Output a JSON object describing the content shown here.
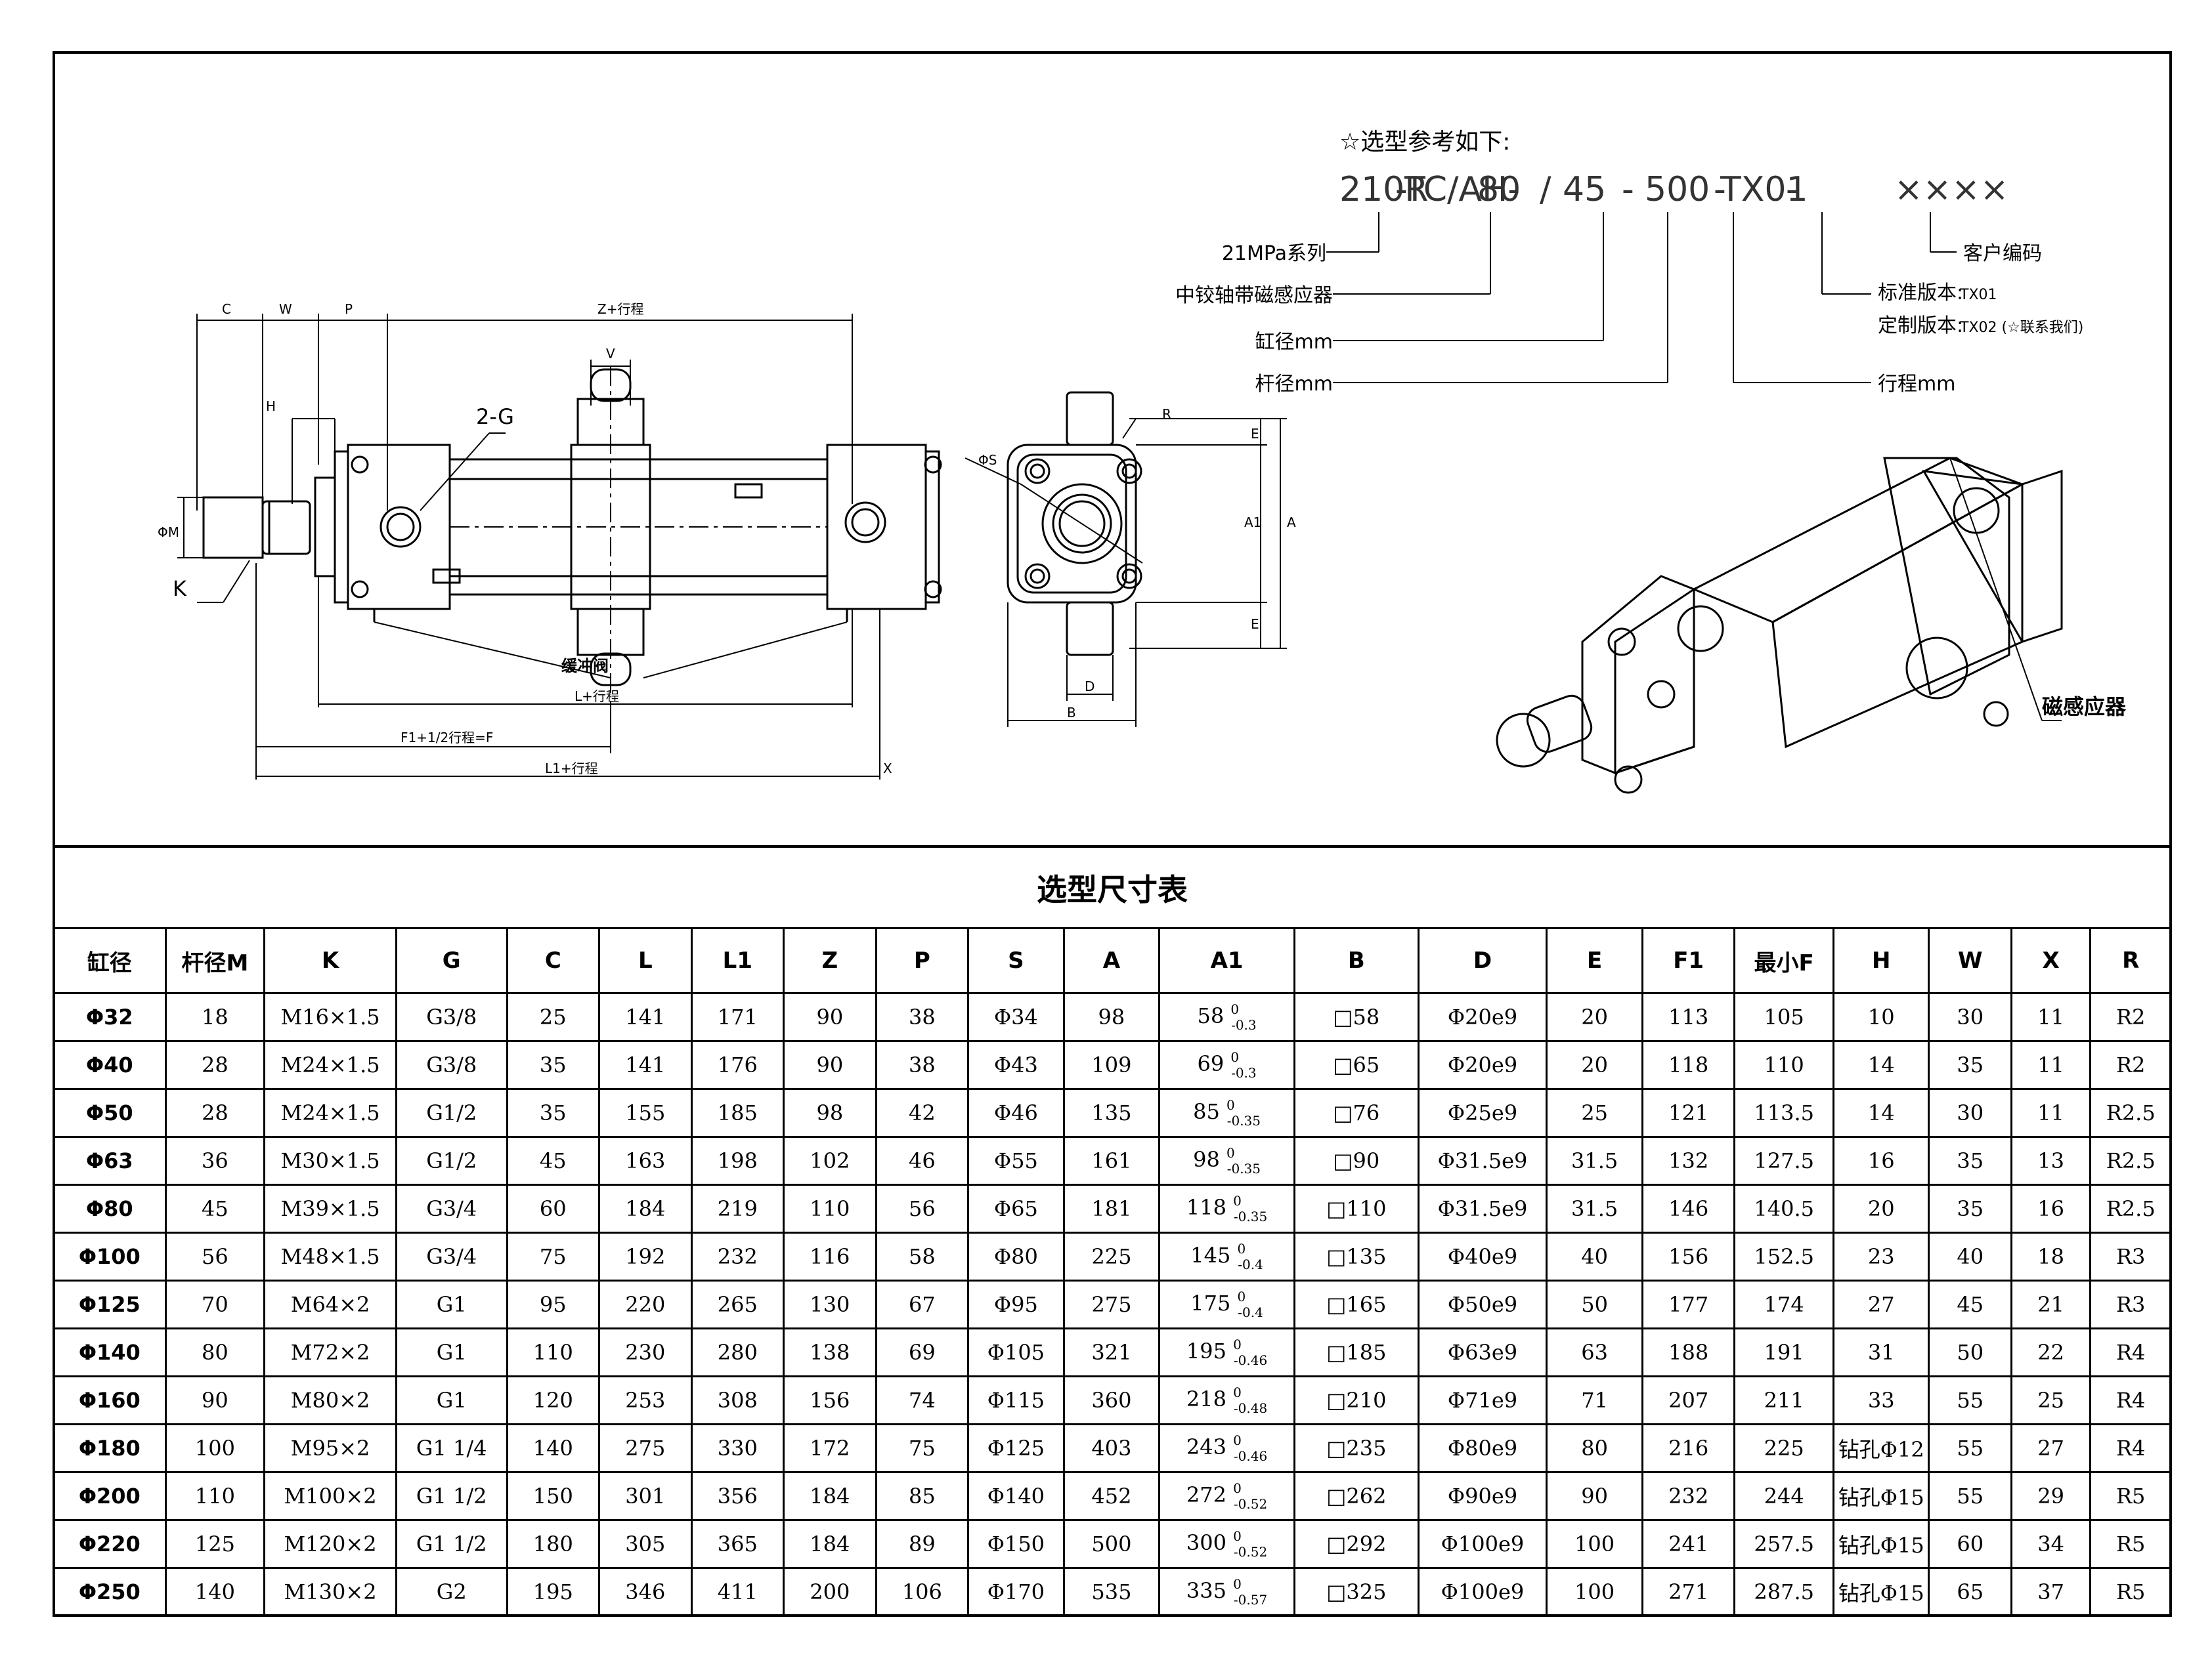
{
  "selection": {
    "heading": "☆选型参考如下:",
    "code_parts": [
      "210R",
      "-TC/AH-",
      "80",
      "/",
      "45",
      "-",
      "500",
      "-",
      "TX01",
      "-",
      "××××"
    ],
    "labels": {
      "series": "21MPa系列",
      "mount": "中铰轴带磁感应器",
      "bore": "缸径mm",
      "rod": "杆径mm",
      "stroke": "行程mm",
      "customer": "客户编码",
      "std_version": "标准版本:",
      "std_version_code": "TX01",
      "custom_version": "定制版本:",
      "custom_version_code": "TX02 (☆联系我们)"
    }
  },
  "drawing_labels": {
    "C": "C",
    "W": "W",
    "P": "P",
    "Z": "Z+行程",
    "H": "H",
    "G": "2-G",
    "V": "V",
    "M": "ΦM",
    "K": "K",
    "cushion": "缓冲阀",
    "L": "L+行程",
    "F1": "F1+1/2行程=F",
    "L1": "L1+行程",
    "X": "X",
    "S": "ΦS",
    "R": "R",
    "E_top": "E",
    "A1": "A1",
    "A": "A",
    "E_bot": "E",
    "D": "D",
    "B": "B",
    "sensor": "磁感应器"
  },
  "table_title": "选型尺寸表",
  "columns": [
    "缸径",
    "杆径M",
    "K",
    "G",
    "C",
    "L",
    "L1",
    "Z",
    "P",
    "S",
    "A",
    "A1",
    "B",
    "D",
    "E",
    "F1",
    "最小F",
    "H",
    "W",
    "X",
    "R"
  ],
  "rows": [
    [
      "Φ32",
      "18",
      "M16×1.5",
      "G3/8",
      "25",
      "141",
      "171",
      "90",
      "38",
      "Φ34",
      "98",
      [
        "58",
        "0",
        "-0.3"
      ],
      "□58",
      "Φ20e9",
      "20",
      "113",
      "105",
      "10",
      "30",
      "11",
      "R2"
    ],
    [
      "Φ40",
      "28",
      "M24×1.5",
      "G3/8",
      "35",
      "141",
      "176",
      "90",
      "38",
      "Φ43",
      "109",
      [
        "69",
        "0",
        "-0.3"
      ],
      "□65",
      "Φ20e9",
      "20",
      "118",
      "110",
      "14",
      "35",
      "11",
      "R2"
    ],
    [
      "Φ50",
      "28",
      "M24×1.5",
      "G1/2",
      "35",
      "155",
      "185",
      "98",
      "42",
      "Φ46",
      "135",
      [
        "85",
        "0",
        "-0.35"
      ],
      "□76",
      "Φ25e9",
      "25",
      "121",
      "113.5",
      "14",
      "30",
      "11",
      "R2.5"
    ],
    [
      "Φ63",
      "36",
      "M30×1.5",
      "G1/2",
      "45",
      "163",
      "198",
      "102",
      "46",
      "Φ55",
      "161",
      [
        "98",
        "0",
        "-0.35"
      ],
      "□90",
      "Φ31.5e9",
      "31.5",
      "132",
      "127.5",
      "16",
      "35",
      "13",
      "R2.5"
    ],
    [
      "Φ80",
      "45",
      "M39×1.5",
      "G3/4",
      "60",
      "184",
      "219",
      "110",
      "56",
      "Φ65",
      "181",
      [
        "118",
        "0",
        "-0.35"
      ],
      "□110",
      "Φ31.5e9",
      "31.5",
      "146",
      "140.5",
      "20",
      "35",
      "16",
      "R2.5"
    ],
    [
      "Φ100",
      "56",
      "M48×1.5",
      "G3/4",
      "75",
      "192",
      "232",
      "116",
      "58",
      "Φ80",
      "225",
      [
        "145",
        "0",
        "-0.4"
      ],
      "□135",
      "Φ40e9",
      "40",
      "156",
      "152.5",
      "23",
      "40",
      "18",
      "R3"
    ],
    [
      "Φ125",
      "70",
      "M64×2",
      "G1",
      "95",
      "220",
      "265",
      "130",
      "67",
      "Φ95",
      "275",
      [
        "175",
        "0",
        "-0.4"
      ],
      "□165",
      "Φ50e9",
      "50",
      "177",
      "174",
      "27",
      "45",
      "21",
      "R3"
    ],
    [
      "Φ140",
      "80",
      "M72×2",
      "G1",
      "110",
      "230",
      "280",
      "138",
      "69",
      "Φ105",
      "321",
      [
        "195",
        "0",
        "-0.46"
      ],
      "□185",
      "Φ63e9",
      "63",
      "188",
      "191",
      "31",
      "50",
      "22",
      "R4"
    ],
    [
      "Φ160",
      "90",
      "M80×2",
      "G1",
      "120",
      "253",
      "308",
      "156",
      "74",
      "Φ115",
      "360",
      [
        "218",
        "0",
        "-0.48"
      ],
      "□210",
      "Φ71e9",
      "71",
      "207",
      "211",
      "33",
      "55",
      "25",
      "R4"
    ],
    [
      "Φ180",
      "100",
      "M95×2",
      "G1 1/4",
      "140",
      "275",
      "330",
      "172",
      "75",
      "Φ125",
      "403",
      [
        "243",
        "0",
        "-0.46"
      ],
      "□235",
      "Φ80e9",
      "80",
      "216",
      "225",
      "钻孔Φ12",
      "55",
      "27",
      "R4"
    ],
    [
      "Φ200",
      "110",
      "M100×2",
      "G1 1/2",
      "150",
      "301",
      "356",
      "184",
      "85",
      "Φ140",
      "452",
      [
        "272",
        "0",
        "-0.52"
      ],
      "□262",
      "Φ90e9",
      "90",
      "232",
      "244",
      "钻孔Φ15",
      "55",
      "29",
      "R5"
    ],
    [
      "Φ220",
      "125",
      "M120×2",
      "G1 1/2",
      "180",
      "305",
      "365",
      "184",
      "89",
      "Φ150",
      "500",
      [
        "300",
        "0",
        "-0.52"
      ],
      "□292",
      "Φ100e9",
      "100",
      "241",
      "257.5",
      "钻孔Φ15",
      "60",
      "34",
      "R5"
    ],
    [
      "Φ250",
      "140",
      "M130×2",
      "G2",
      "195",
      "346",
      "411",
      "200",
      "106",
      "Φ170",
      "535",
      [
        "335",
        "0",
        "-0.57"
      ],
      "□325",
      "Φ100e9",
      "100",
      "271",
      "287.5",
      "钻孔Φ15",
      "65",
      "37",
      "R5"
    ]
  ]
}
